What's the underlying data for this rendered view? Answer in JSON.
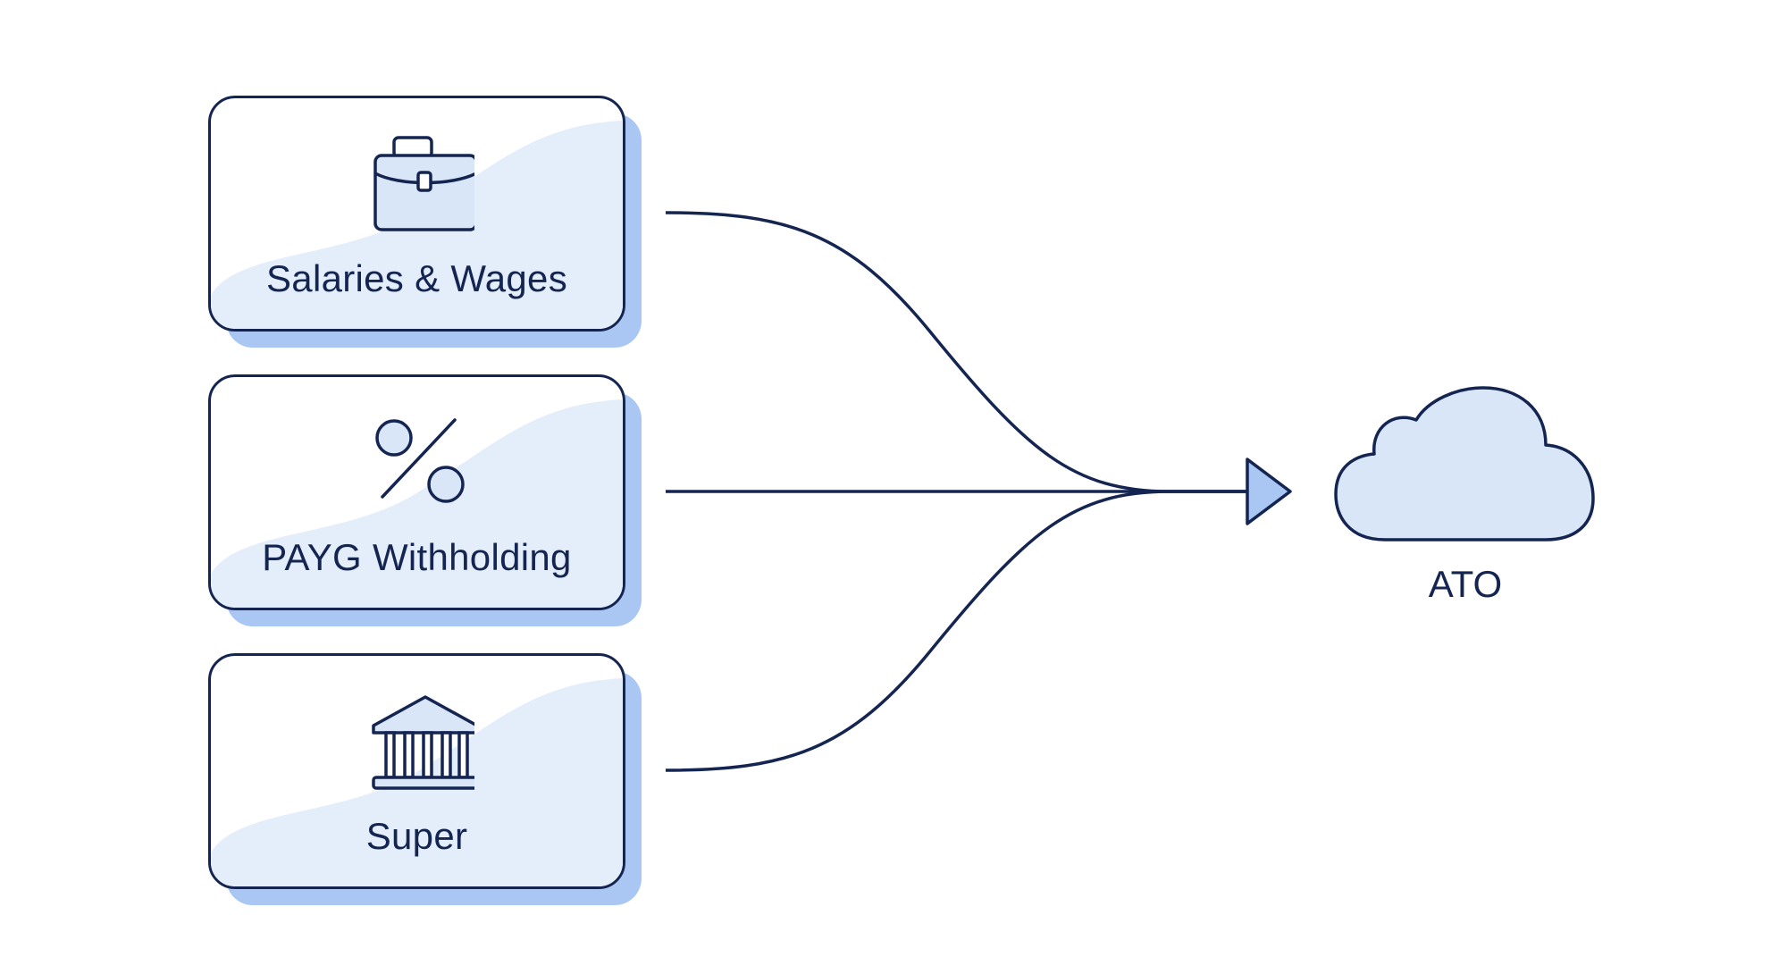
{
  "colors": {
    "stroke": "#152552",
    "fill_light": "#d9e6f8",
    "shadow": "#aac7f4",
    "wave": "#e4edfa"
  },
  "sources": [
    {
      "label": "Salaries & Wages",
      "icon": "briefcase-icon"
    },
    {
      "label": "PAYG Withholding",
      "icon": "percent-icon"
    },
    {
      "label": "Super",
      "icon": "bank-building-icon"
    }
  ],
  "destination": {
    "label": "ATO",
    "icon": "cloud-icon"
  }
}
